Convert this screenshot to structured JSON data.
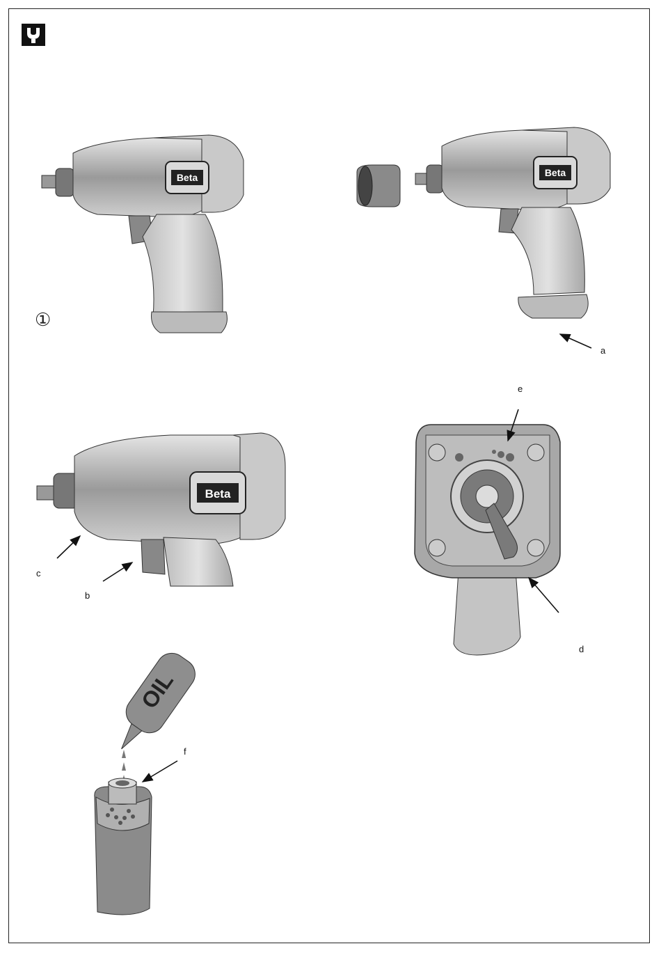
{
  "figure_number": "①",
  "brand_label": "Beta",
  "oil_label": "OIL",
  "callouts": {
    "a": "a",
    "b": "b",
    "c": "c",
    "d": "d",
    "e": "e",
    "f": "f"
  },
  "icons": {
    "header": "wrench-icon"
  }
}
